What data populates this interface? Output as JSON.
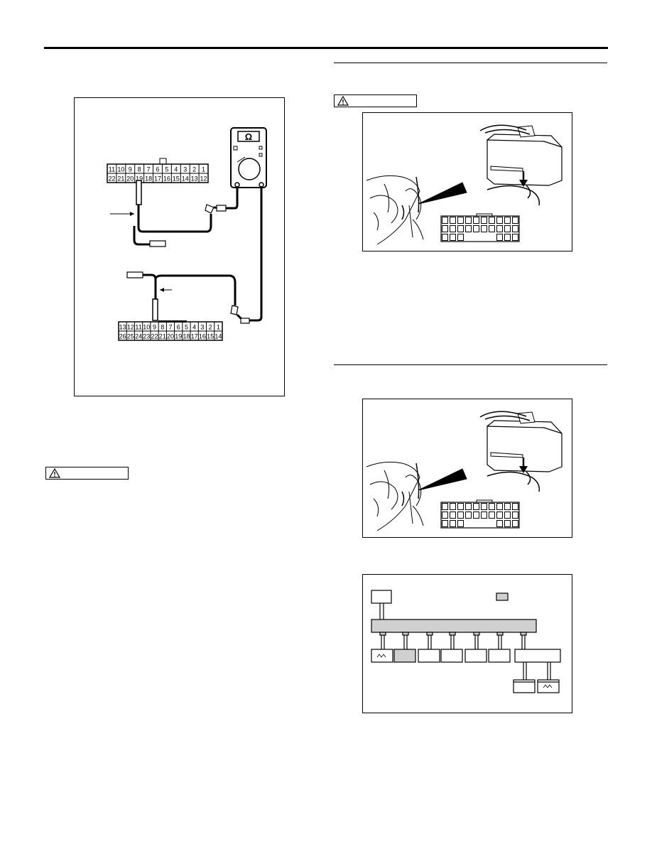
{
  "meter": {
    "symbol": "Ω"
  },
  "connector_a": {
    "top_row": [
      "11",
      "10",
      "9",
      "8",
      "7",
      "6",
      "5",
      "4",
      "3",
      "2",
      "1"
    ],
    "bottom_row": [
      "22",
      "21",
      "20",
      "19",
      "18",
      "17",
      "16",
      "15",
      "14",
      "13",
      "12"
    ]
  },
  "connector_b": {
    "top_row": [
      "13",
      "12",
      "11",
      "10",
      "9",
      "8",
      "7",
      "6",
      "5",
      "4",
      "3",
      "2",
      "1"
    ],
    "bottom_row": [
      "26",
      "25",
      "24",
      "23",
      "22",
      "21",
      "20",
      "19",
      "18",
      "17",
      "16",
      "15",
      "14"
    ]
  },
  "icons": {
    "warning": "warning-triangle-icon"
  }
}
